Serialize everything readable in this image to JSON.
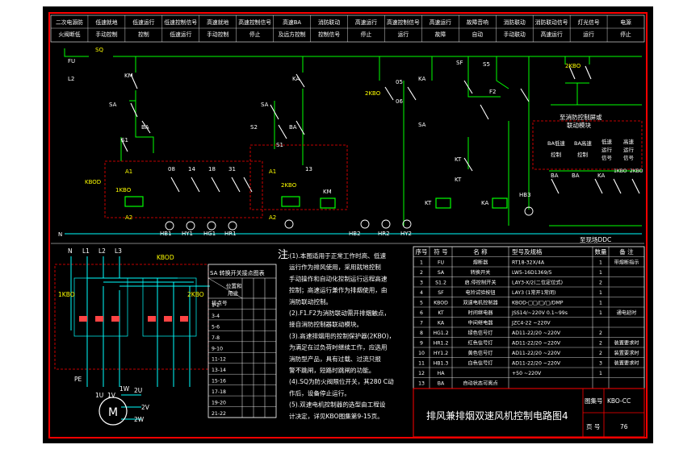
{
  "drawing": {
    "title": "排风兼排烟双速风机控制电路图4",
    "atlas_label": "图集号",
    "atlas_no": "KBO-CC",
    "page_label": "页 号",
    "page_no": "76"
  },
  "header_cells": [
    [
      "二次电源防",
      "火阀断低"
    ],
    [
      "低速就地",
      "手动控制"
    ],
    [
      "低速运行",
      "控制"
    ],
    [
      "低速控制信号",
      "低速运行"
    ],
    [
      "高速就地",
      "手动控制"
    ],
    [
      "高速控制信号",
      "停止"
    ],
    [
      "高速BA",
      "及远方控制"
    ],
    [
      "消防联动",
      "控制信号"
    ],
    [
      "高速运行",
      "停止"
    ],
    [
      "高速控制信号",
      "运行"
    ],
    [
      "高速运行",
      "故障"
    ],
    [
      "故障音响",
      "自动"
    ],
    [
      "消防联动",
      "手动联动"
    ],
    [
      "消防联动信号",
      "高速运行"
    ],
    [
      "灯光信号",
      "运行"
    ],
    [
      "电源",
      "停止"
    ]
  ],
  "circuit_labels": {
    "fu": "FU",
    "l2": "L2",
    "sq": "SQ",
    "n": "N",
    "km": "KM",
    "km2": "KM",
    "sa": "SA",
    "sa2": "SA",
    "sa3": "SA",
    "ba": "BA",
    "ba2": "BA",
    "ka": "KA",
    "ka2": "KA",
    "s1": "S1",
    "s2": "S2",
    "s1b": "S1",
    "a1": "A1",
    "a2": "A2",
    "a1b": "A1",
    "a2b": "A2",
    "kbod": "KBOD",
    "kbo_box": "1KBO",
    "kbo2_box": "2KBO",
    "kbo2": "2KBO",
    "c08": "08",
    "c14": "14",
    "c18": "18",
    "c31": "31",
    "c13": "13",
    "hb1": "HB1",
    "hy1": "HY1",
    "hg1": "HG1",
    "hr1": "HR1",
    "hb2": "HB2",
    "hr2": "HR2",
    "hy2": "HY2",
    "s5": "S5",
    "f2": "F2",
    "sf": "SF",
    "kt": "KT",
    "kt2": "KT",
    "hb3": "HB3",
    "ka3": "KA",
    "kt3": "KT",
    "c05": "05",
    "c06": "06",
    "c13b": "13",
    "box_title1": "至消防控制屏或",
    "box_title2": "联动模块",
    "ba_low": "BA低速",
    "ba_low2": "控制",
    "ba_high": "BA高速",
    "ba_high2": "控制",
    "lowrun": "低速",
    "lowrun2": "运行",
    "lowrun3": "信号",
    "highrun": "高速",
    "highrun2": "运行",
    "highrun3": "信号",
    "to_ddc": "至现场DDC",
    "ba_r1": "BA",
    "ba_r2": "BA",
    "ka_r": "KA",
    "kbo_r1": "1KBO",
    "kbo_r2": "2KBO"
  },
  "power_labels": {
    "n": "N",
    "l1": "L1",
    "l2": "L2",
    "l3": "L3",
    "kbod": "KBOD",
    "kbo1": "1KBO",
    "kbo2": "2KBO",
    "pe": "PE",
    "u1": "1U",
    "v1": "1V",
    "w1": "1W",
    "u2": "2U",
    "v2": "2V",
    "w2": "2W",
    "motor": "M"
  },
  "sa_table": {
    "title": "SA 转换开关接点图表",
    "head1": "位置和",
    "head2": "用途",
    "head3": "接点号",
    "rows": [
      "1-2",
      "3-4",
      "5-6",
      "7-8",
      "9-10",
      "11-12",
      "13-14",
      "15-16",
      "17-18",
      "19-20",
      "21-22"
    ]
  },
  "notes": {
    "heading": "注",
    "lines": [
      ":(1).本图适用于正常工作时高、低速",
      "运行作为排风使用，采用就地控制",
      "手动操作和自动化控制运行远程高速",
      "控制；高速运行兼作为排烟使用，由",
      "消防联动控制。",
      "(2).F1.F2为消防联动需开排烟触点，",
      "接自消防控制器联动模块。",
      "(3).高速排烟用的控制保护器(2KBO)，",
      "为满足在过负荷时继续工作，应选用",
      "消防型产品，具有过载、过流只报",
      "警不跳闸，短路时跳闸的功能。",
      "(4).SQ为防火阀限位开关，其280 C动",
      "作后，设备停止运行。",
      "(5).双速电机控制器的选型由工程设",
      "计决定，详见KBO图集第9-15页。"
    ]
  },
  "parts_table": {
    "headers": [
      "序号",
      "符 号",
      "名 称",
      "型号及规格",
      "数量",
      "备 注"
    ],
    "rows": [
      [
        "1",
        "FU",
        "熔断器",
        "RT18-32X/4A",
        "1",
        "带熔断指示"
      ],
      [
        "2",
        "SA",
        "转换开关",
        "LW5-16D1369/5",
        "1",
        ""
      ],
      [
        "3",
        "S1.2",
        "启.停控制开关",
        "LAY3-X/2(二位定位式)",
        "2",
        ""
      ],
      [
        "4",
        "SF",
        "电铃试验按钮",
        "LAY3 (1常开1常闭)",
        "1",
        ""
      ],
      [
        "5",
        "KBOD",
        "双速电机控制器",
        "KBOD-□□/□/□/DMP",
        "1",
        ""
      ],
      [
        "6",
        "KT",
        "时间继电器",
        "JSS14/~220V 0.1~99s",
        "1",
        "通电延时"
      ],
      [
        "7",
        "KA",
        "中间继电器",
        "JZC4-22 ~220V",
        "",
        ""
      ],
      [
        "8",
        "HG1.2",
        "绿色信号灯",
        "AD11-22/20 ~220V",
        "2",
        ""
      ],
      [
        "9",
        "HR1.2",
        "红色信号灯",
        "AD11-22/20 ~220V",
        "2",
        "装置要求时"
      ],
      [
        "10",
        "HY1.2",
        "黄色信号灯",
        "AD11-22/20 ~220V",
        "2",
        "装置要求时"
      ],
      [
        "11",
        "HB1.3",
        "白色信号灯",
        "AD11-22/20 ~220V",
        "3",
        "装置要求时"
      ],
      [
        "12",
        "HA",
        "",
        "+50 ~220V",
        "1",
        ""
      ],
      [
        "13",
        "BA",
        "自动状态可离点",
        "",
        "",
        ""
      ]
    ]
  }
}
